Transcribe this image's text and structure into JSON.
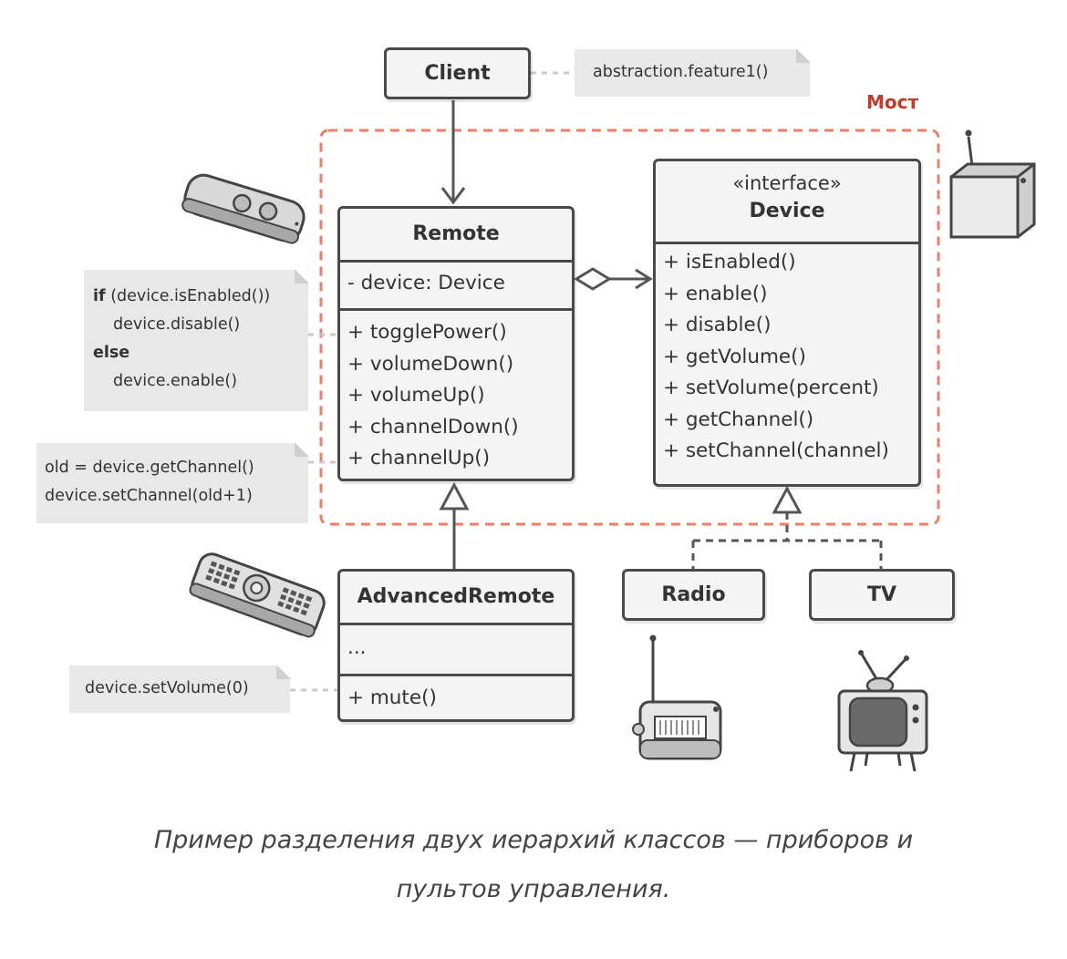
{
  "bridge_label": "Мост",
  "client": {
    "title": "Client"
  },
  "client_note": "abstraction.feature1()",
  "remote": {
    "title": "Remote",
    "fields": [
      "- device: Device"
    ],
    "methods": [
      "+ togglePower()",
      "+ volumeDown()",
      "+ volumeUp()",
      "+ channelDown()",
      "+ channelUp()"
    ]
  },
  "device": {
    "stereotype": "«interface»",
    "title": "Device",
    "methods": [
      "+ isEnabled()",
      "+ enable()",
      "+ disable()",
      "+ getVolume()",
      "+ setVolume(percent)",
      "+ getChannel()",
      "+ setChannel(channel)"
    ]
  },
  "advanced_remote": {
    "title": "AdvancedRemote",
    "fields": [
      "..."
    ],
    "methods": [
      "+ mute()"
    ]
  },
  "radio": {
    "title": "Radio"
  },
  "tv": {
    "title": "TV"
  },
  "toggle_note": {
    "if_kw": "if",
    "if_cond": " (device.isEnabled())",
    "then_line": "device.disable()",
    "else_kw": "else",
    "else_line": "device.enable()"
  },
  "channel_note": [
    "old = device.getChannel()",
    "device.setChannel(old+1)"
  ],
  "mute_note": "device.setVolume(0)",
  "caption": [
    "Пример разделения двух иерархий классов — приборов и",
    "пультов управления."
  ],
  "colors": {
    "bridge": "#e8806c",
    "bridge_label": "#c0392b",
    "box_border": "#4a4a4a",
    "note_bg": "#e8e8e8"
  },
  "icons": [
    "remote-control-icon",
    "tv-remote-icon",
    "device-box-icon",
    "radio-icon",
    "tv-icon"
  ]
}
